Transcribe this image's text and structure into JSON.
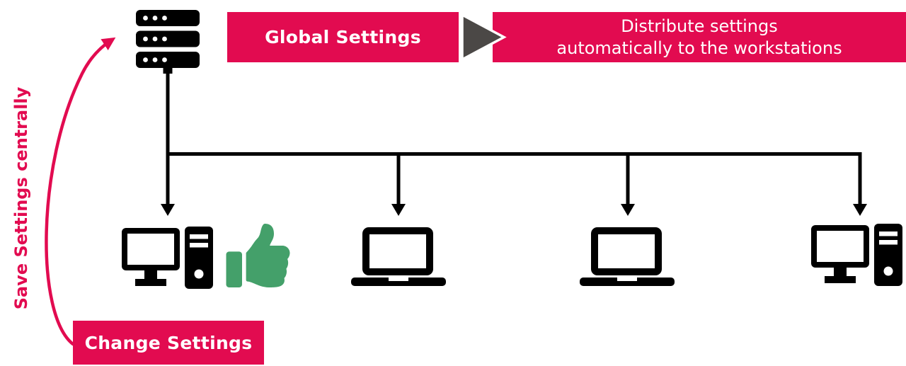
{
  "diagram": {
    "flow": {
      "source_label": "Global Settings",
      "connector_icon": "right-arrow-triangle",
      "result_line1": "Distribute settings",
      "result_line2": "automatically to the workstations"
    },
    "side_label": "Save Settings centrally",
    "action_label": "Change Settings",
    "icons": {
      "server": "server-rack-icon",
      "workstation_1": "desktop-pc-icon",
      "workstation_1_badge": "thumbs-up-icon",
      "workstation_2": "laptop-icon",
      "workstation_3": "laptop-icon",
      "workstation_4": "desktop-pc-icon"
    },
    "colors": {
      "accent": "#e20b50",
      "triangle_gray": "#4b4846",
      "thumb_green": "#44a06a",
      "line_black": "#000000"
    }
  }
}
